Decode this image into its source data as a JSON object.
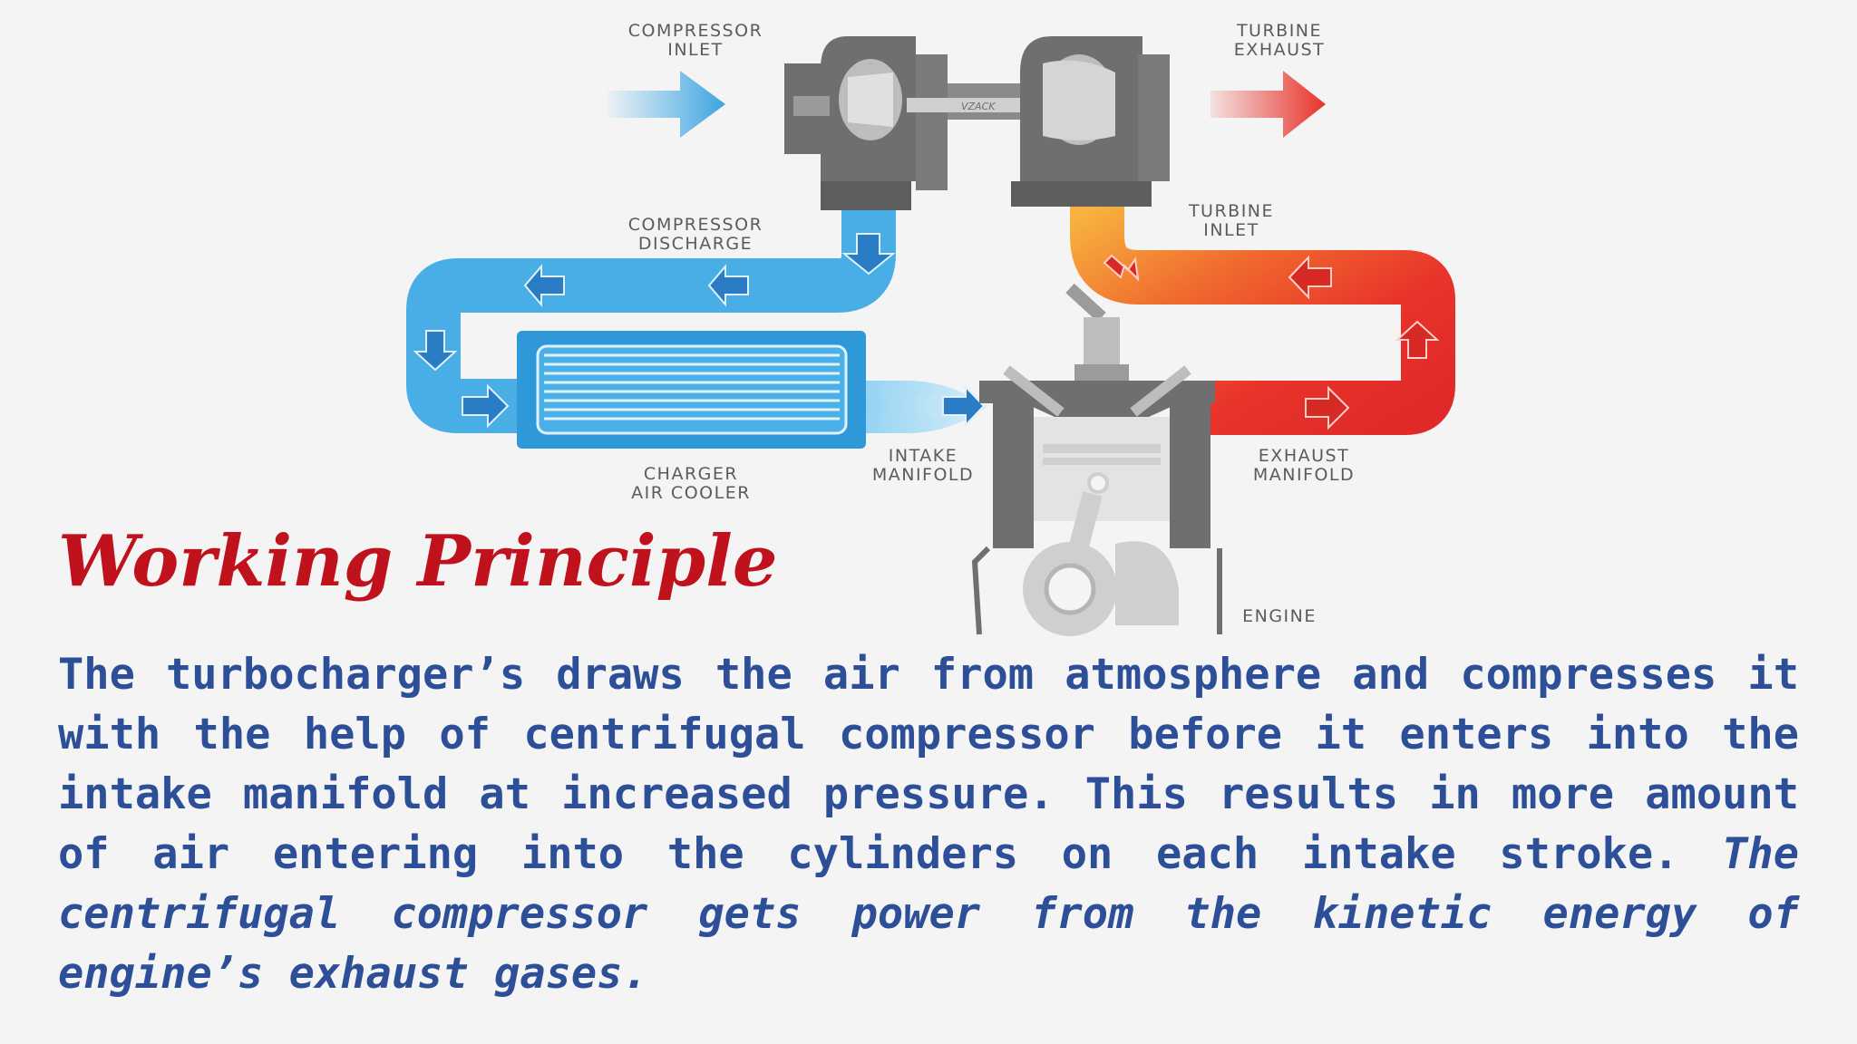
{
  "diagram": {
    "labels": {
      "compressor_inlet": [
        "COMPRESSOR",
        "INLET"
      ],
      "turbine_exhaust": [
        "TURBINE",
        "EXHAUST"
      ],
      "compressor_discharge": [
        "COMPRESSOR",
        "DISCHARGE"
      ],
      "turbine_inlet": [
        "TURBINE",
        "INLET"
      ],
      "charger_air_cooler": [
        "CHARGER",
        "AIR COOLER"
      ],
      "intake_manifold": [
        "INTAKE",
        "MANIFOLD"
      ],
      "exhaust_manifold": [
        "EXHAUST",
        "MANIFOLD"
      ],
      "engine": "ENGINE",
      "shaft_text": "VZACK"
    },
    "colors": {
      "cool_air": "#4aaee6",
      "hot_gas": "#e8322a",
      "warm_gas": "#f5a43a",
      "metal": "#6f6f70"
    }
  },
  "title": "Working Principle",
  "body": {
    "normal": "The turbocharger’s draws the air from atmosphere and compresses it with the help of centrifugal compressor before it enters into the intake manifold at increased pressure. This results in more amount of air entering into the cylinders on each intake stroke.",
    "italic": "The centrifugal compressor gets power from the kinetic energy of engine’s exhaust gases."
  }
}
